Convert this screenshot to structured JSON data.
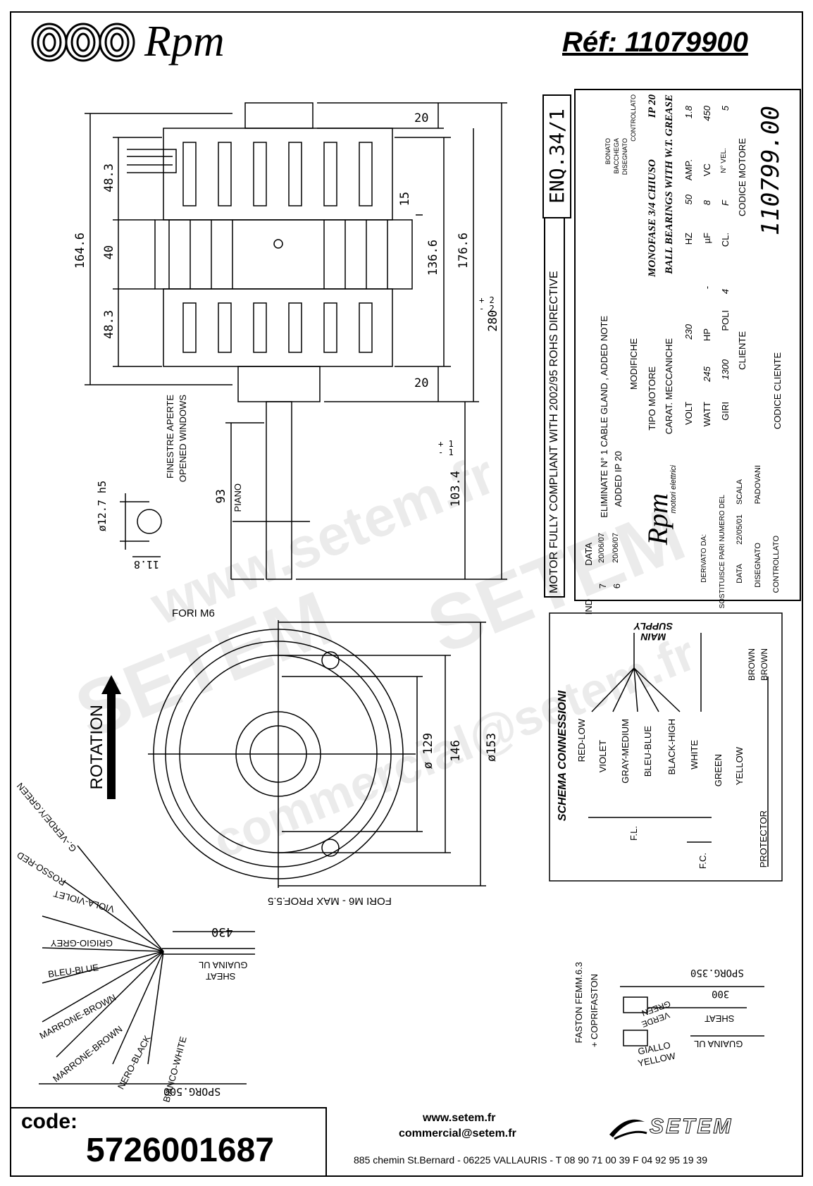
{
  "header": {
    "brand": "Rpm",
    "reference": "Réf:  11079900"
  },
  "watermark": {
    "url": "www.setem.fr",
    "brand": "SETEM",
    "email": "commercial@setem.fr"
  },
  "side_view": {
    "dims": {
      "d20_top": "20",
      "d48_3_top": "48.3",
      "d164_6": "164.6",
      "d40": "40",
      "d15": "15",
      "d136_6": "136.6",
      "d176_6": "176.6",
      "d48_3_bottom": "48.3",
      "d280": "280",
      "d280_tol": "+ 2\n- 2",
      "d20_bottom": "20",
      "d93": "93",
      "d103_4": "103.4",
      "d103_4_tol": "+ 1\n- 1"
    },
    "labels": {
      "windows_it": "FINESTRE APERTE",
      "windows_en": "OPENED WINDOWS",
      "piano": "PIANO"
    }
  },
  "shaft_section": {
    "diameter": "ø12.7 h5",
    "flat": "11.8"
  },
  "front_view": {
    "holes_top": "FORI M6",
    "holes_bottom": "FORI M6 - MAX PROF.5.5",
    "rotation": "ROTATION",
    "d129": "ø 129",
    "d146": "146",
    "d153": "ø153"
  },
  "title_block": {
    "enq": "ENQ.34/1",
    "compliance": "MOTOR FULLY COMPLIANT WITH 2002/95 ROHS DIRECTIVE",
    "revisions": [
      {
        "ind": "7",
        "date": "20/06/07",
        "text": "ELIMINATE N° 1 CABLE GLAND , ADDED NOTE"
      },
      {
        "ind": "6",
        "date": "20/06/07",
        "text": "ADDED IP 20"
      }
    ],
    "rev_headers": {
      "ind": "IND",
      "date": "DATA",
      "modifiche": "MODIFICHE",
      "bonato": "BONATO",
      "bacchega": "BACCHEGA",
      "disegnato": "DISEGNATO",
      "controllato": "CONTROLLATO"
    },
    "tipo_motore_label": "TIPO MOTORE",
    "tipo_motore": "MONOFASE 3/4 CHIUSO",
    "ip": "IP 20",
    "carat_label": "CARAT. MECCANICHE",
    "carat": "BALL BEARINGS WITH W.T. GREASE",
    "specs": [
      {
        "label": "VOLT",
        "value": "230"
      },
      {
        "label": "HZ",
        "value": "50"
      },
      {
        "label": "AMP.",
        "value": "1.8"
      },
      {
        "label": "WATT",
        "value": "245"
      },
      {
        "label": "HP",
        "value": "-"
      },
      {
        "label": "µF",
        "value": "8"
      },
      {
        "label": "VC",
        "value": "450"
      },
      {
        "label": "GIRI",
        "value": "1300"
      },
      {
        "label": "POLI",
        "value": "4"
      },
      {
        "label": "CL.",
        "value": "F"
      },
      {
        "label": "N° VEL.",
        "value": "5"
      }
    ],
    "cliente_label": "CLIENTE",
    "codice_motore_label": "CODICE MOTORE",
    "codice_motore": "110799.00",
    "codice_cliente_label": "CODICE CLIENTE",
    "derivato": "DERIVATO DA:",
    "sostituisce": "SOSTITUISCE PARI NUMERO DEL",
    "data_label": "DATA",
    "data": "22/05/01",
    "scala": "SCALA",
    "disegnato_label": "DISEGNATO",
    "disegnato": "PADOVANI",
    "controllato_label": "CONTROLLATO",
    "logo_sub": "motori elettrici"
  },
  "schematic": {
    "title": "SCHEMA CONNESSIONI",
    "main_supply": "MAIN\nSUPPLY",
    "wires": [
      "RED-LOW",
      "VIOLET",
      "GRAY-MEDIUM",
      "BLEU-BLUE",
      "BLACK-HIGH",
      "WHITE",
      "GREEN",
      "YELLOW"
    ],
    "brown1": "BROWN",
    "brown2": "BROWN",
    "fl": "F.L.",
    "fc": "F.C.",
    "protector": "PROTECTOR"
  },
  "lead_fan": {
    "leads": [
      "G.-VERDE/Y.GREEN",
      "ROSSO-RED",
      "VIOLA-VIOLET",
      "GRIGIO-GREY",
      "BLEU-BLUE",
      "MARRONE-BROWN",
      "MARRONE-BROWN",
      "NERO-BLACK",
      "BIANCO-WHITE"
    ],
    "d430": "430",
    "sheat": "SHEAT",
    "guaina": "GUAINA UL",
    "sporg500": "SPORG.500"
  },
  "earth_detail": {
    "faston1": "FASTON FEMM.6.3",
    "faston2": "+ COPRIFASTON",
    "sporg350": "SPORG.350",
    "d300": "300",
    "verde": "VERDE",
    "green": "GREEN",
    "sheat": "SHEAT",
    "guaina": "GUAINA UL",
    "giallo": "GIALLO",
    "yellow": "YELLOW"
  },
  "footer": {
    "code_label": "code:",
    "code": "5726001687",
    "web": "www.setem.fr",
    "email": "commercial@setem.fr",
    "address": "885 chemin St.Bernard  -  06225 VALLAURIS  -  T 08 90 71 00 39  F 04 92 95 19 39",
    "setem_logo": "SETEM"
  }
}
